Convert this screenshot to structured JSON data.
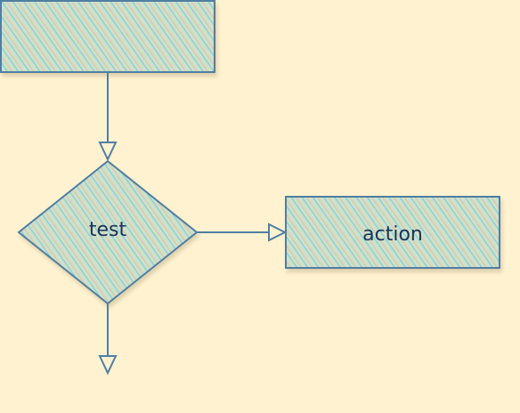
{
  "diagram": {
    "type": "flowchart",
    "colors": {
      "background": "#fff2d0",
      "stroke": "#4f7fa3",
      "hatch": "#8fd1d8",
      "fill": "#cfe1c9",
      "text": "#17345a"
    },
    "nodes": [
      {
        "id": "start",
        "shape": "rectangle",
        "label": ""
      },
      {
        "id": "test",
        "shape": "diamond",
        "label": "test"
      },
      {
        "id": "action",
        "shape": "rectangle",
        "label": "action"
      }
    ],
    "edges": [
      {
        "from": "start",
        "to": "test",
        "label": ""
      },
      {
        "from": "test",
        "to": "action",
        "label": ""
      },
      {
        "from": "test",
        "to": "",
        "label": ""
      }
    ]
  }
}
